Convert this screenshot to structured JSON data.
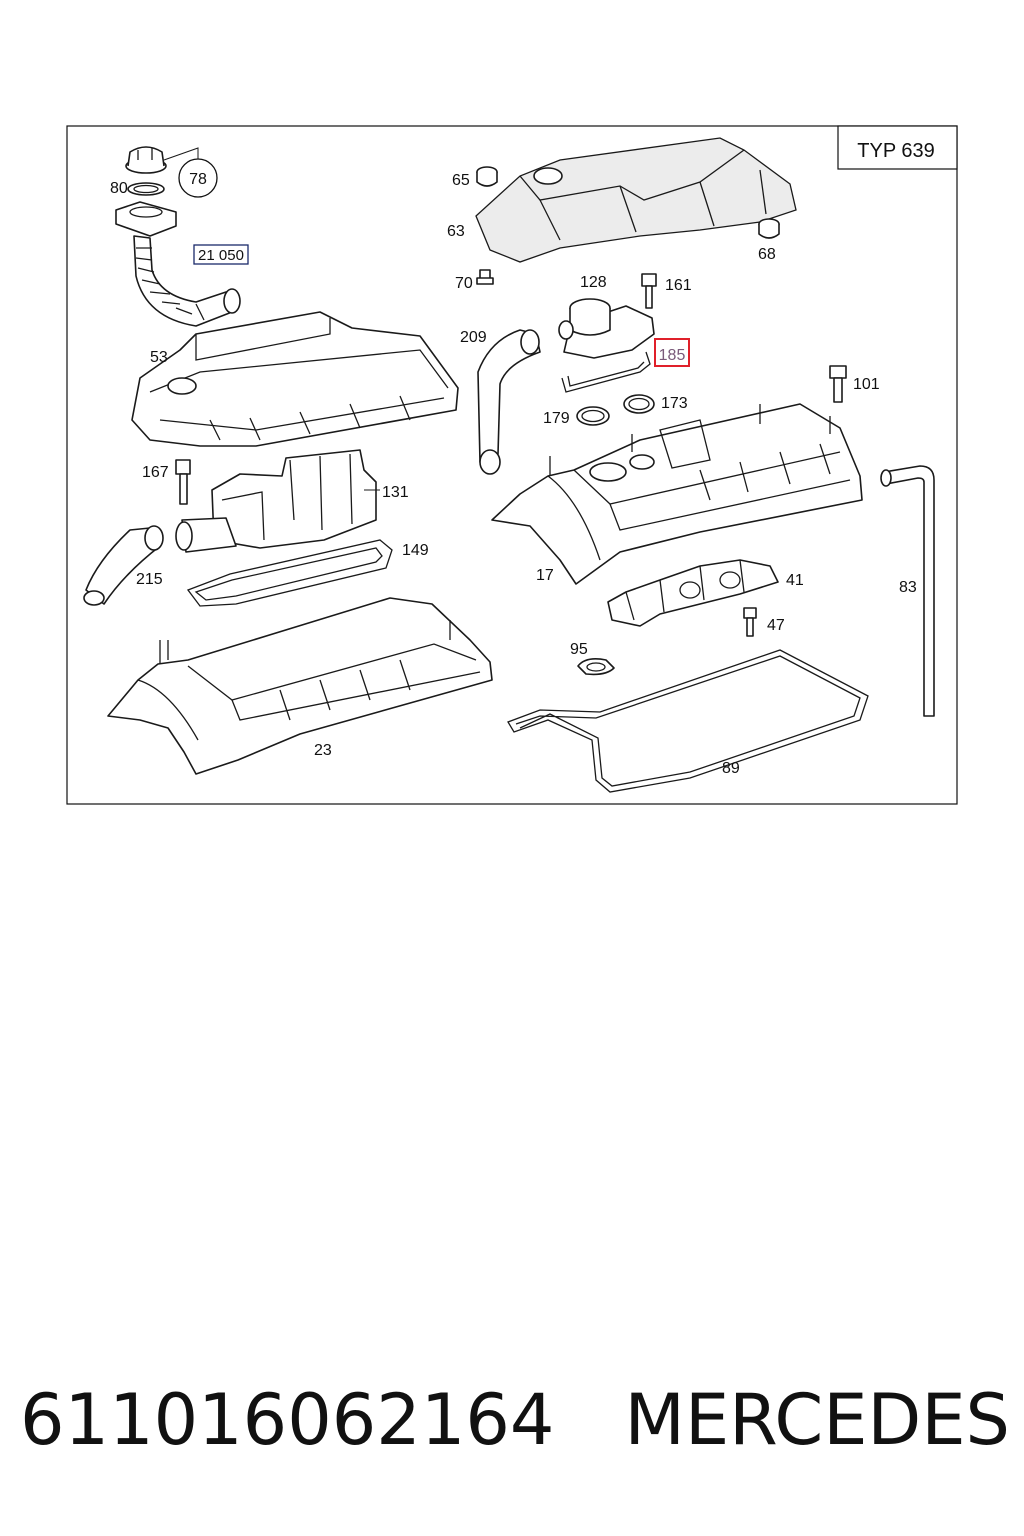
{
  "diagram": {
    "type_label": "TYP 639",
    "labels": {
      "p78": "78",
      "p80": "80",
      "p21050": "21 050",
      "p53": "53",
      "p167": "167",
      "p131": "131",
      "p149": "149",
      "p215": "215",
      "p23": "23",
      "p65": "65",
      "p63": "63",
      "p68": "68",
      "p70": "70",
      "p128": "128",
      "p161": "161",
      "p209": "209",
      "p185": "185",
      "p101": "101",
      "p179": "179",
      "p173": "173",
      "p17": "17",
      "p41": "41",
      "p47": "47",
      "p83": "83",
      "p95": "95",
      "p89": "89"
    },
    "colors": {
      "highlight": "#e0202a",
      "highlight_text": "#7a5a7a",
      "ref_box": "#1a2a6a"
    }
  },
  "footer": {
    "part_number": "611016062164",
    "brand": "MERCEDES"
  }
}
